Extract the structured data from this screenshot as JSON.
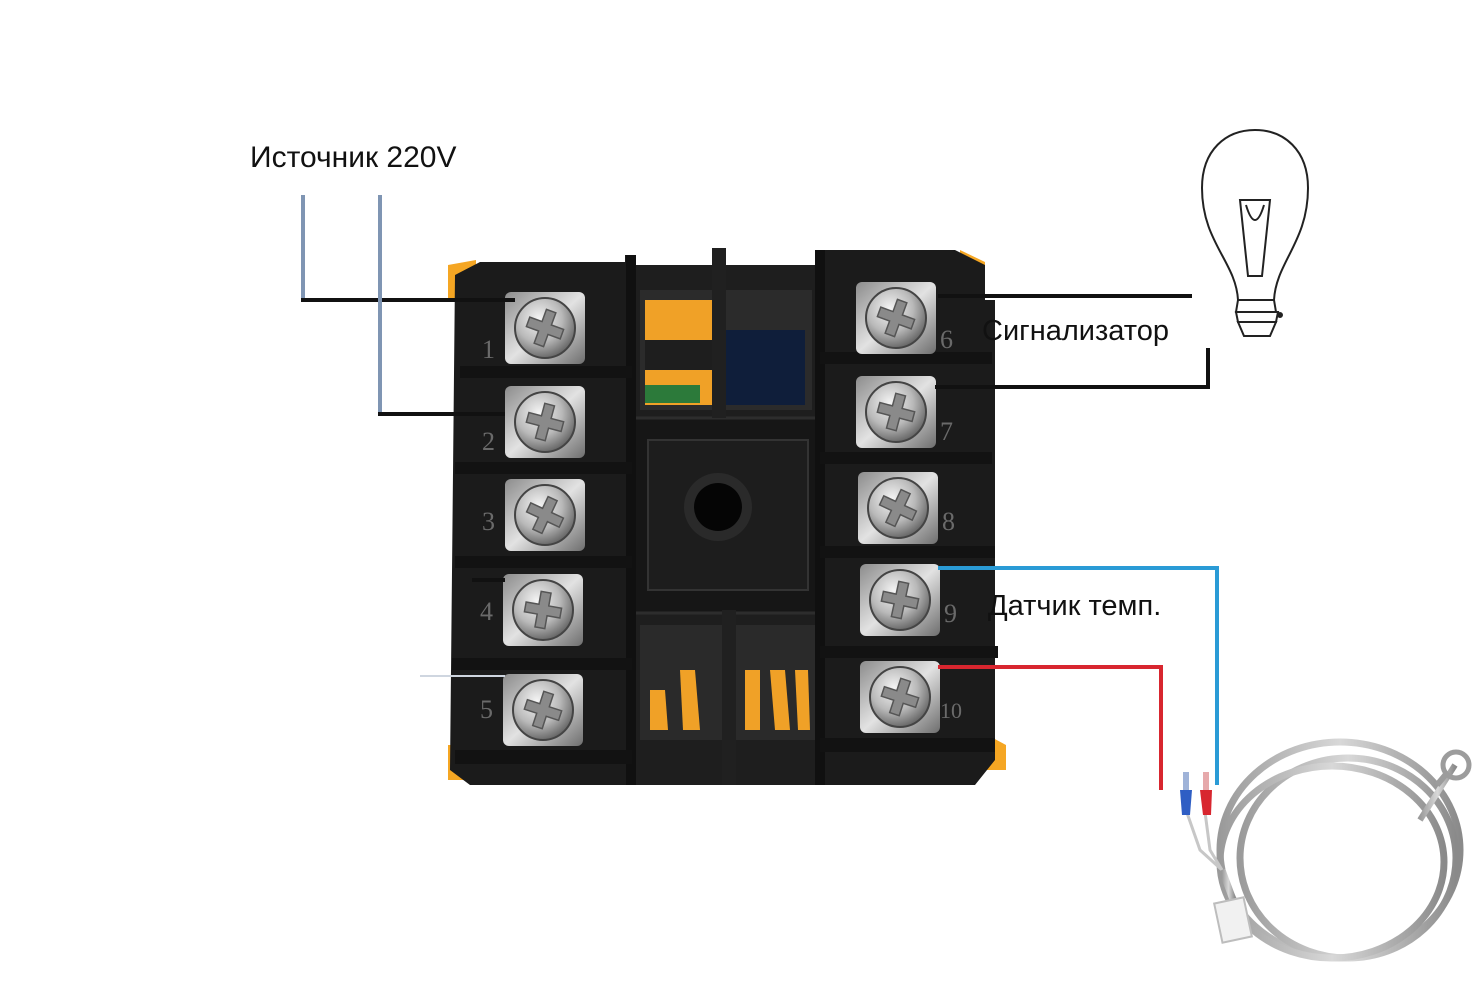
{
  "labels": {
    "source": "Источник 220V",
    "alarm": "Сигнализатор",
    "sensor": "Датчик темп."
  },
  "terminals": {
    "left": [
      "1",
      "2",
      "3",
      "4",
      "5"
    ],
    "right": [
      "6",
      "7",
      "8",
      "9",
      "10"
    ]
  },
  "colors": {
    "source_wire": "#7f95b3",
    "sensor_positive": "#d8262f",
    "sensor_negative": "#2a9bd6",
    "housing": "#1b1b1b",
    "accent_orange": "#f5a623"
  }
}
